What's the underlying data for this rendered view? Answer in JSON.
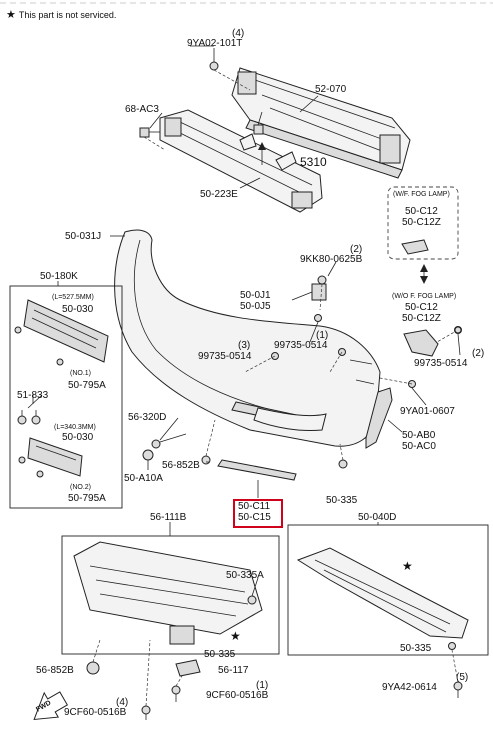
{
  "note": {
    "star": "★",
    "text": "This part is not serviced."
  },
  "labels": {
    "qty_4a": "(4)",
    "p_9ya02": "9YA02-101T",
    "p_52070": "52-070",
    "p_68ac3": "68-AC3",
    "p_5310": "5310",
    "p_50223e": "50-223E",
    "p_50031j": "50-031J",
    "qty_2a": "(2)",
    "p_9kk80": "9KK80-0625B",
    "fog_w": "(W/F. FOG LAMP)",
    "p_50c12_a": "50-C12",
    "p_50c12z_a": "50-C12Z",
    "fog_wo": "(W/O F. FOG LAMP)",
    "p_50c12_b": "50-C12",
    "p_50c12z_b": "50-C12Z",
    "p_50180k": "50-180K",
    "len_527": "(L=527.5MM)",
    "p_50030_a": "50-030",
    "no1": "(NO.1)",
    "p_50795a_a": "50-795A",
    "p_51833": "51-833",
    "len_340": "(L=340.3MM)",
    "p_50030_b": "50-030",
    "no2": "(NO.2)",
    "p_50795a_b": "50-795A",
    "p_500j1": "50-0J1",
    "p_500j5": "50-0J5",
    "qty_3": "(3)",
    "p_99735_a": "99735-0514",
    "qty_1a": "(1)",
    "p_99735_b": "99735-0514",
    "qty_2b": "(2)",
    "p_99735_c": "99735-0514",
    "p_9ya01": "9YA01-0607",
    "p_56320d": "56-320D",
    "p_56852b_a": "56-852B",
    "p_50ab0": "50-AB0",
    "p_50ac0": "50-AC0",
    "p_50a10a": "50-A10A",
    "p_50335_a": "50-335",
    "p_50c11": "50-C11",
    "p_50c15": "50-C15",
    "p_56111b": "56-111B",
    "p_50040d": "50-040D",
    "p_50335a": "50-335A",
    "star_a": "★",
    "star_b": "★",
    "p_50335_b": "50-335",
    "p_56852b_b": "56-852B",
    "p_56117": "56-117",
    "qty_1b": "(1)",
    "p_9cf60_a": "9CF60-0516B",
    "qty_4b": "(4)",
    "p_9cf60_b": "9CF60-0516B",
    "p_50335_c": "50-335",
    "qty_5": "(5)",
    "p_9ya42": "9YA42-0614",
    "fwd": "FWD"
  },
  "colors": {
    "highlight": "#d0021b"
  }
}
